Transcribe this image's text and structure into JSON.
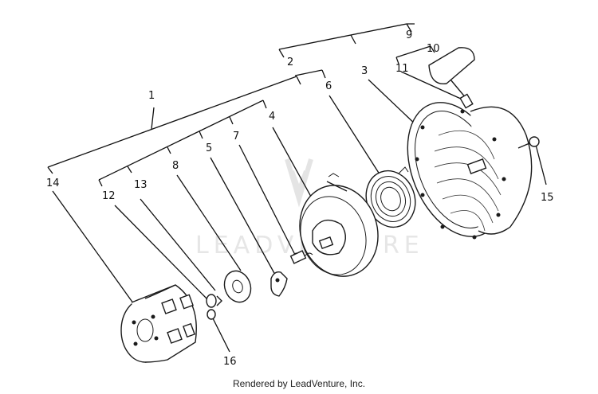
{
  "callouts": {
    "c1": "1",
    "c2": "2",
    "c3": "3",
    "c4": "4",
    "c5": "5",
    "c6": "6",
    "c7": "7",
    "c8": "8",
    "c9": "9",
    "c10": "10",
    "c11": "11",
    "c12": "12",
    "c13": "13",
    "c14": "14",
    "c15": "15",
    "c16": "16"
  },
  "watermark": "LEADVENTURE",
  "credit": "Rendered by LeadVenture, Inc."
}
